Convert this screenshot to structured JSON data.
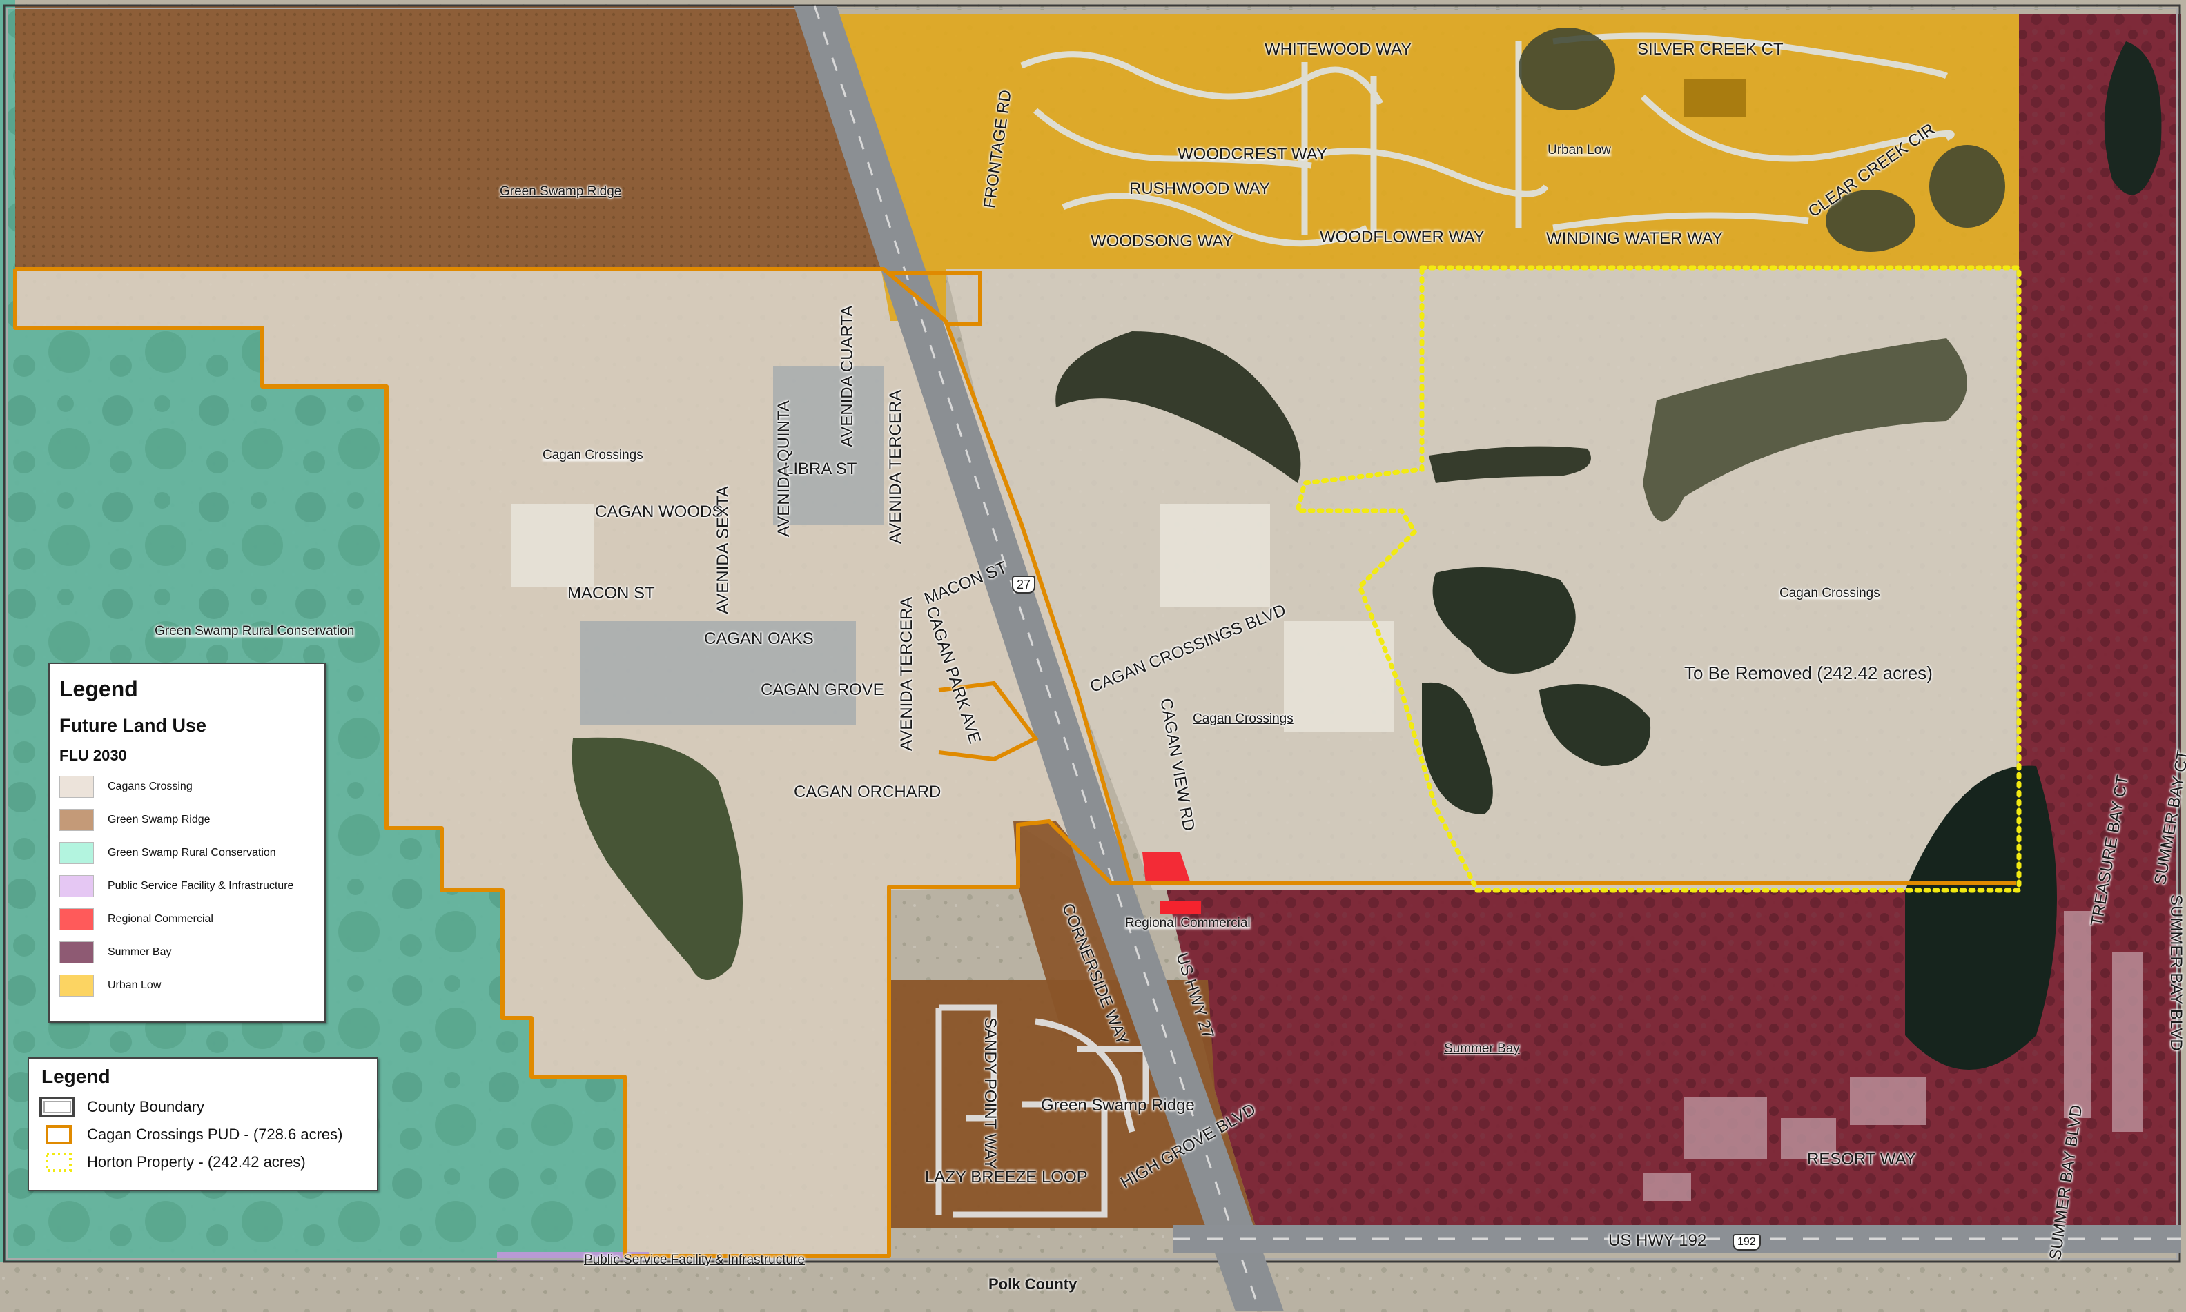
{
  "map": {
    "colors": {
      "cagans_crossing": "#ece3da",
      "green_swamp_ridge": "#c49a78",
      "green_swamp_rural_conservation": "#b3f4df",
      "public_service": "#e5c7f3",
      "regional_commercial": "#ff5a5a",
      "summer_bay": "#8e5a73",
      "urban_low": "#fcd462",
      "pud_boundary": "#e08a00",
      "horton_boundary": "#f2ea12",
      "county_boundary": "#555555"
    },
    "zone_labels": {
      "green_swamp_ridge_north": "Green Swamp Ridge",
      "cagan_crossings_west": "Cagan Crossings",
      "green_swamp_rural_conservation": "Green Swamp Rural Conservation",
      "urban_low": "Urban Low",
      "cagan_crossings_east": "Cagan Crossings",
      "cagan_crossings_center": "Cagan Crossings",
      "to_be_removed": "To Be Removed (242.42 acres)",
      "regional_commercial": "Regional Commercial",
      "summer_bay": "Summer Bay",
      "green_swamp_ridge_south": "Green Swamp Ridge",
      "public_service": "Public Service Facility & Infrastructure"
    },
    "street_labels": {
      "whitewood_way": "WHITEWOOD WAY",
      "silver_creek_ct": "SILVER CREEK CT",
      "frontage_rd": "FRONTAGE RD",
      "woodcrest_way": "WOODCREST WAY",
      "rushwood_way": "RUSHWOOD WAY",
      "clear_creek_cir": "CLEAR CREEK CIR",
      "woodsong_way": "WOODSONG WAY",
      "woodflower_way": "WOODFLOWER WAY",
      "winding_water_way": "WINDING WATER WAY",
      "avenida_cuarta": "AVENIDA CUARTA",
      "avenida_quinta": "AVENIDA QUINTA",
      "libra_st": "LIBRA ST",
      "avenida_tercera_n": "AVENIDA TERCERA",
      "cagan_woods": "CAGAN WOODS",
      "avenida_sexta": "AVENIDA SEXTA",
      "macon_st_w": "MACON ST",
      "macon_st_e": "MACON ST",
      "cagan_oaks": "CAGAN OAKS",
      "cagan_park_ave": "CAGAN PARK AVE",
      "cagan_crossings_blvd": "CAGAN CROSSINGS BLVD",
      "cagan_grove": "CAGAN GROVE",
      "avenida_tercera_s": "AVENIDA TERCERA",
      "cagan_view_rd": "CAGAN VIEW RD",
      "cagan_orchard": "CAGAN ORCHARD",
      "cornerside_way": "CORNERSIDE WAY",
      "us_hwy_27": "US HWY 27",
      "sandy_point_way": "SANDY POINT WAY",
      "lazy_breeze_loop": "LAZY BREEZE LOOP",
      "high_grove_blvd": "HIGH GROVE BLVD",
      "resort_way": "RESORT WAY",
      "us_hwy_192": "US HWY 192",
      "summer_bay_blvd_s": "SUMMER BAY BLVD",
      "summer_bay_blvd_e": "SUMMER BAY BLVD",
      "treasure_bay_ct": "TREASURE BAY CT",
      "summer_bay_ct": "SUMMER BAY CT",
      "shield_27": "27",
      "shield_192": "192"
    },
    "county_label": "Polk County"
  },
  "legend_flu": {
    "title": "Legend",
    "subtitle": "Future Land Use",
    "group": "FLU 2030",
    "items": [
      {
        "label": "Cagans Crossing",
        "color": "#ece3da"
      },
      {
        "label": "Green Swamp Ridge",
        "color": "#c49a78"
      },
      {
        "label": "Green Swamp Rural Conservation",
        "color": "#b3f4df"
      },
      {
        "label": "Public Service Facility & Infrastructure",
        "color": "#e5c7f3"
      },
      {
        "label": "Regional Commercial",
        "color": "#ff5a5a"
      },
      {
        "label": "Summer Bay",
        "color": "#8e5a73"
      },
      {
        "label": "Urban Low",
        "color": "#fcd462"
      }
    ]
  },
  "legend_boundaries": {
    "title": "Legend",
    "items": [
      {
        "label": "County Boundary",
        "symbol": "county-boundary-icon"
      },
      {
        "label": "Cagan Crossings PUD - (728.6 acres)",
        "symbol": "pud-boundary-icon"
      },
      {
        "label": "Horton Property - (242.42 acres)",
        "symbol": "horton-boundary-icon"
      }
    ]
  }
}
